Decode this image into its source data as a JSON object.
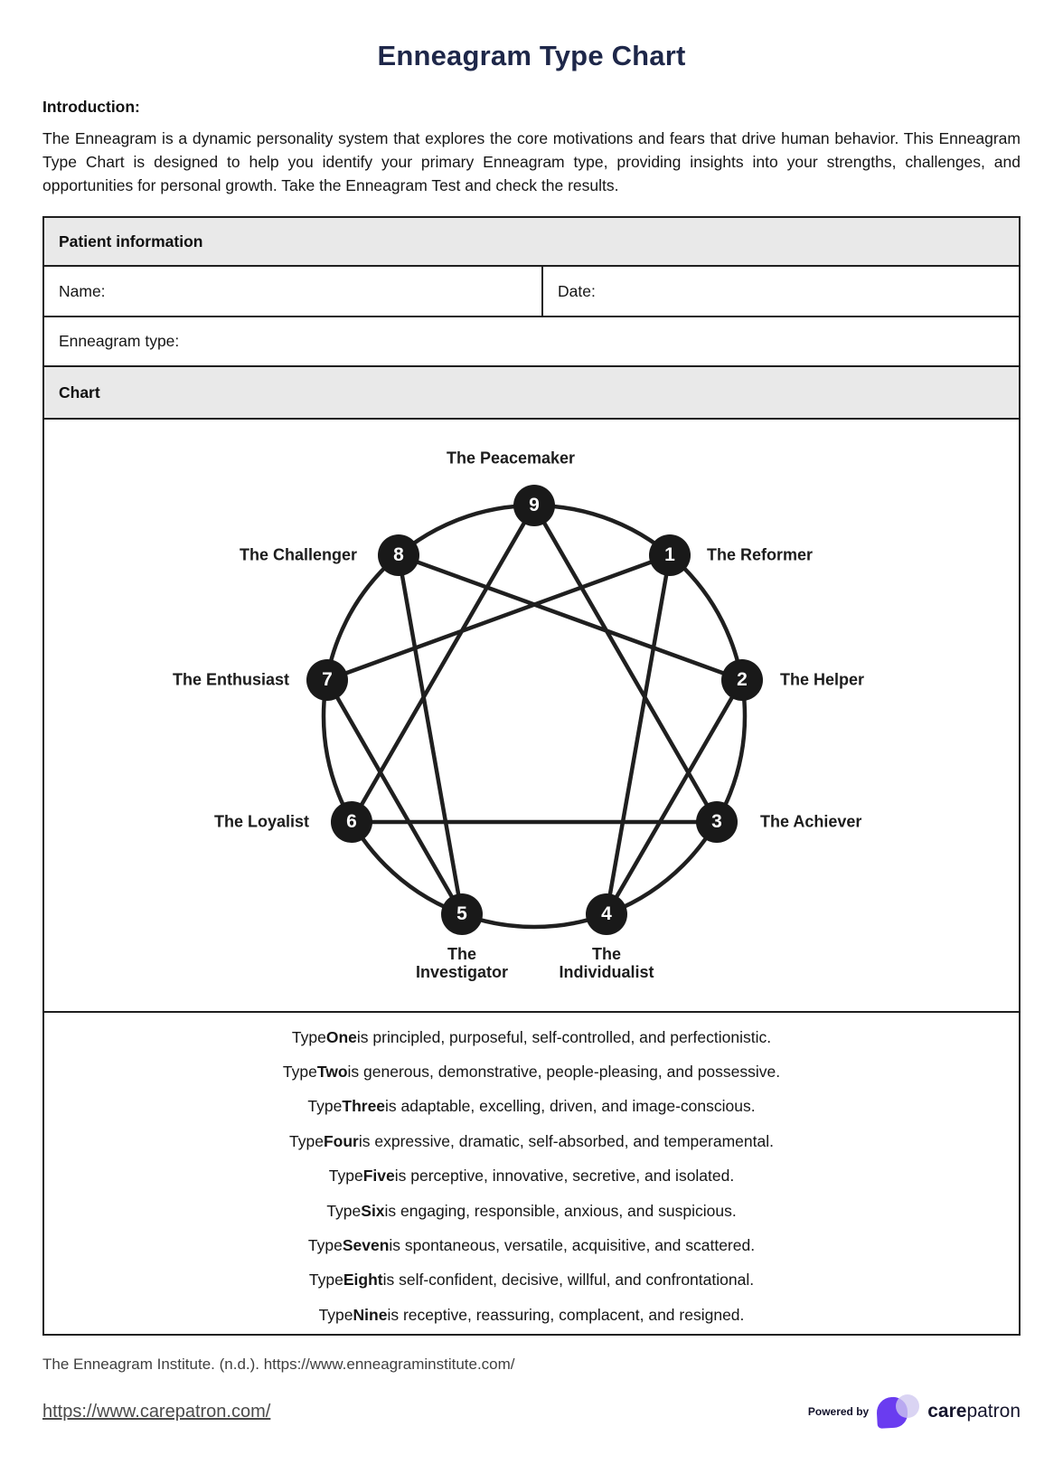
{
  "page_title": "Enneagram Type Chart",
  "intro": {
    "heading": "Introduction:",
    "body": "The Enneagram is a dynamic personality system that explores the core motivations and fears that drive human behavior. This Enneagram Type Chart is designed to help you identify your primary Enneagram type, providing insights into your strengths, challenges, and opportunities for personal growth. Take the Enneagram Test and check the results."
  },
  "form": {
    "patient_section_label": "Patient information",
    "name_label": "Name:",
    "name_value": "",
    "date_label": "Date:",
    "date_value": "",
    "enneagram_type_label": "Enneagram type:",
    "enneagram_type_value": "",
    "chart_section_label": "Chart"
  },
  "diagram": {
    "nodes": [
      {
        "number": "9",
        "label": "The Peacemaker"
      },
      {
        "number": "1",
        "label": "The Reformer"
      },
      {
        "number": "2",
        "label": "The Helper"
      },
      {
        "number": "3",
        "label": "The Achiever"
      },
      {
        "number": "4",
        "label": "The Individualist"
      },
      {
        "number": "5",
        "label": "The Investigator"
      },
      {
        "number": "6",
        "label": "The Loyalist"
      },
      {
        "number": "7",
        "label": "The Enthusiast"
      },
      {
        "number": "8",
        "label": "The Challenger"
      }
    ],
    "triangle_connections": [
      "9-3",
      "3-6",
      "6-9"
    ],
    "hexad_connections": [
      "1-4",
      "4-2",
      "2-8",
      "8-5",
      "5-7",
      "7-1"
    ]
  },
  "descriptions": [
    {
      "prefix": "Type ",
      "name": "One",
      "text": " is principled, purposeful, self-controlled, and perfectionistic."
    },
    {
      "prefix": "Type ",
      "name": "Two",
      "text": " is generous, demonstrative, people-pleasing, and possessive."
    },
    {
      "prefix": "Type ",
      "name": "Three",
      "text": " is adaptable, excelling, driven, and image-conscious."
    },
    {
      "prefix": "Type ",
      "name": "Four",
      "text": " is expressive, dramatic, self-absorbed, and temperamental."
    },
    {
      "prefix": "Type ",
      "name": "Five",
      "text": " is perceptive, innovative, secretive, and isolated."
    },
    {
      "prefix": "Type ",
      "name": "Six",
      "text": " is engaging, responsible, anxious, and suspicious."
    },
    {
      "prefix": "Type ",
      "name": "Seven",
      "text": " is spontaneous, versatile, acquisitive, and scattered."
    },
    {
      "prefix": "Type ",
      "name": "Eight",
      "text": " is self-confident, decisive, willful, and confrontational."
    },
    {
      "prefix": "Type ",
      "name": "Nine",
      "text": " is receptive, reassuring, complacent, and resigned."
    }
  ],
  "footer": {
    "citation": "The Enneagram Institute. (n.d.). https://www.enneagraminstitute.com/",
    "website_url": "https://www.carepatron.com/",
    "powered_by_label": "Powered by",
    "brand_name_bold": "care",
    "brand_name_regular": "patron"
  },
  "colors": {
    "title_navy": "#1e2749",
    "section_header_bg": "#e9e9e9",
    "diagram_ink": "#1f1f1f",
    "brand_purple": "#6a3cf0",
    "brand_lavender": "#cfc8ef"
  }
}
